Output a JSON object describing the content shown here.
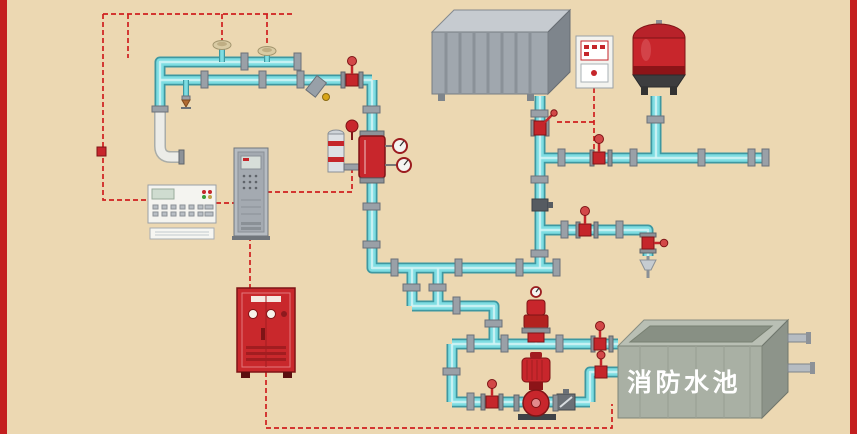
{
  "labels": {
    "fire_pool": "消防水池"
  },
  "colors": {
    "background": "#ecd8b2",
    "border": "#c41f1f",
    "pipe": "#7edde2",
    "pipe_outline": "#3e98a1",
    "equipment_red": "#c8262c",
    "wiring": "#cf1f1f",
    "metal_gray": "#9aa0a7",
    "pool_label": "#ffffff"
  },
  "components": [
    "water-storage-tank",
    "diaphragm-pressure-tank",
    "power-distribution-panel",
    "fire-alarm-control-panel",
    "terminal-sub-panel",
    "alarm-controller-cabinet",
    "fire-pump-control-cabinet",
    "wet-alarm-valve-assembly",
    "smoke-detector",
    "pendant-sprinkler",
    "manual-call-point",
    "y-strainer",
    "gate-valve",
    "butterfly-valve",
    "check-valve",
    "flow-switch",
    "jockey-pump",
    "main-fire-pump",
    "fire-water-pool",
    "funnel-drain",
    "drain-elbow-pipe",
    "overflow-pipes",
    "pipe-network",
    "alarm-wiring"
  ]
}
